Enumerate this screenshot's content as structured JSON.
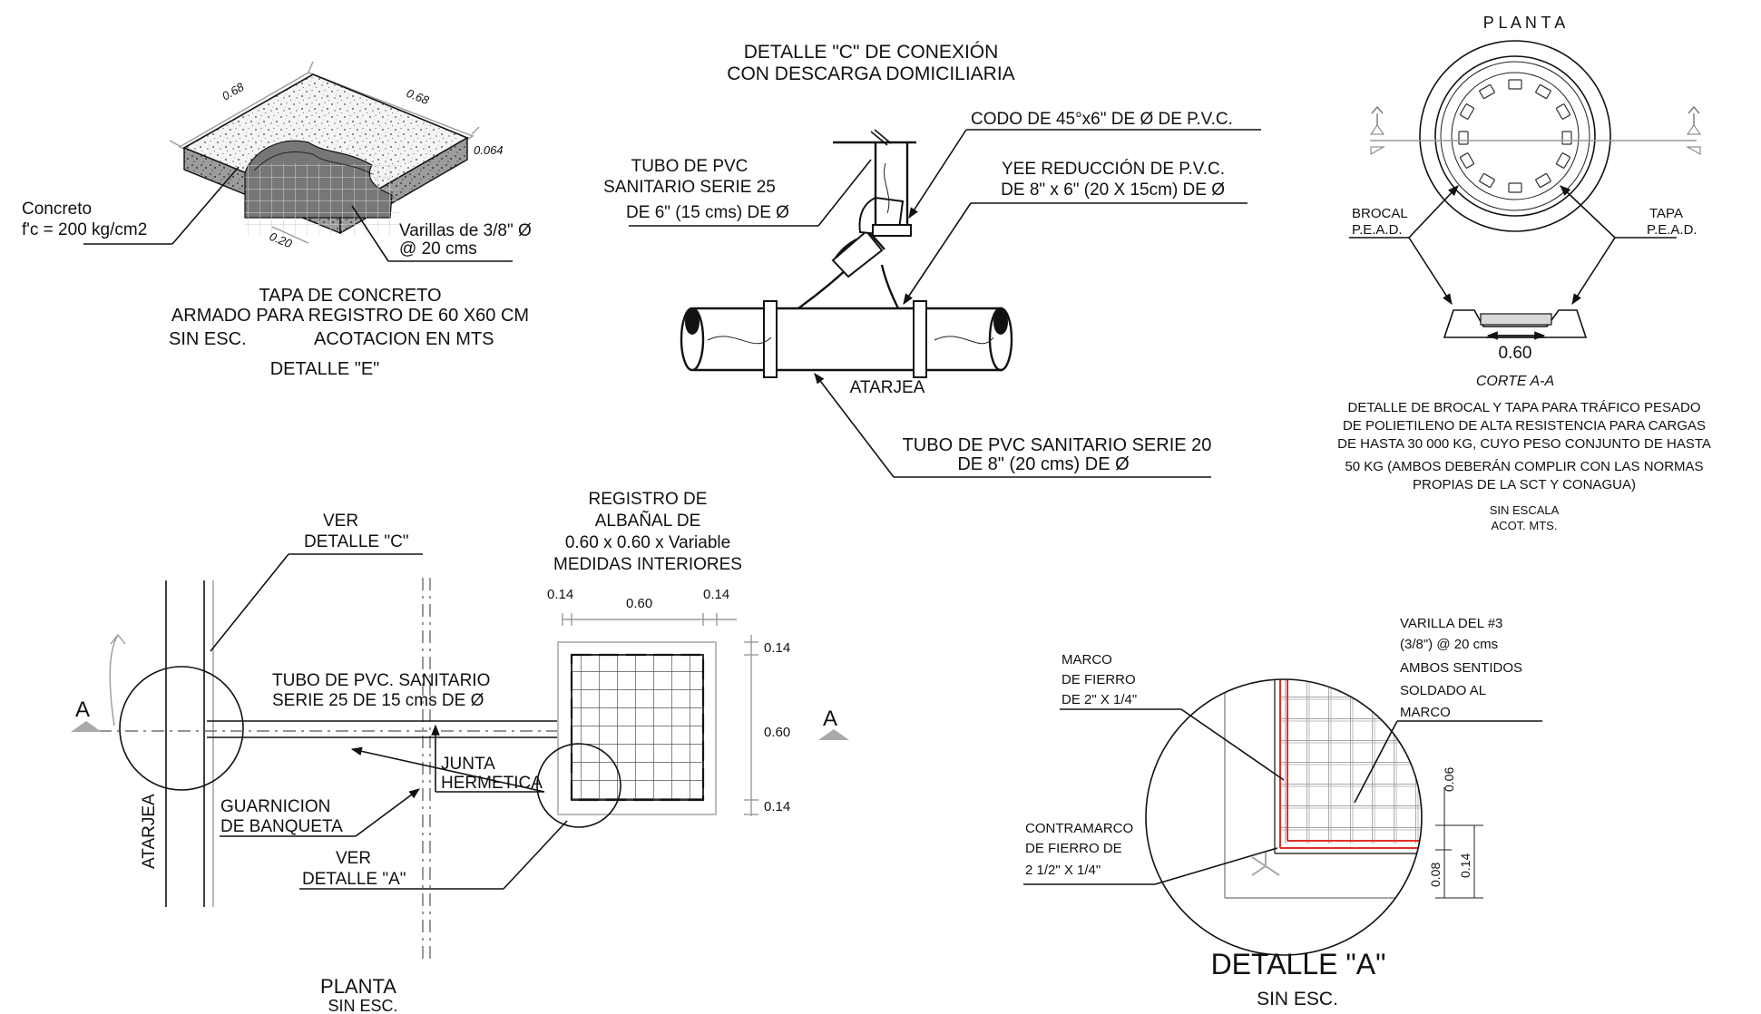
{
  "detalle_e": {
    "dim_top_left": "0.68",
    "dim_top_right": "0.68",
    "dim_thickness": "0.064",
    "dim_grid": "0.20",
    "concrete_line1": "Concreto",
    "concrete_line2": "f'c = 200 kg/cm2",
    "rebar_line1": "Varillas  de 3/8\" Ø",
    "rebar_line2": "@ 20 cms",
    "caption_line1": "TAPA DE CONCRETO",
    "caption_line2": "ARMADO PARA REGISTRO DE 60 X60 CM",
    "caption_scale": "SIN ESC.",
    "caption_units": "ACOTACION EN MTS",
    "caption_title": "DETALLE \"E\""
  },
  "detalle_c": {
    "title_line1": "DETALLE \"C\" DE CONEXIÓN",
    "title_line2": "CON DESCARGA DOMICILIARIA",
    "codo": "CODO DE 45°x6\" DE Ø DE P.V.C.",
    "yee_line1": "YEE REDUCCIÓN DE P.V.C.",
    "yee_line2": "DE 8\" x 6\" (20 X 15cm) DE Ø",
    "tubo25_line1": "TUBO DE PVC",
    "tubo25_line2": "SANITARIO SERIE 25",
    "tubo25_line3": "DE 6\" (15 cms) DE Ø",
    "atarjea": "ATARJEA",
    "tubo20_line1": "TUBO DE PVC SANITARIO SERIE 20",
    "tubo20_line2": "DE 8\" (20 cms) DE Ø"
  },
  "planta_brocal": {
    "title": "P L A N T A",
    "section_mark": "A",
    "brocal_line1": "BROCAL",
    "brocal_line2": "P.E.A.D.",
    "tapa_line1": "TAPA",
    "tapa_line2": "P.E.A.D.",
    "dim_width": "0.60",
    "section_title": "CORTE  A-A",
    "desc_line1": "DETALLE DE BROCAL Y TAPA PARA TRÁFICO PESADO",
    "desc_line2": "DE POLIETILENO DE ALTA RESISTENCIA PARA CARGAS",
    "desc_line3": "DE HASTA 30 000 KG, CUYO PESO CONJUNTO DE HASTA",
    "desc_line4": "50 KG (AMBOS DEBERÁN COMPLIR CON LAS NORMAS",
    "desc_line5": "PROPIAS DE LA SCT Y CONAGUA)",
    "scale": "SIN ESCALA",
    "units": "ACOT. MTS."
  },
  "planta": {
    "ver_c_line1": "VER",
    "ver_c_line2": "DETALLE \"C\"",
    "tubo_line1": "TUBO DE PVC. SANITARIO",
    "tubo_line2": "SERIE 25 DE 15 cms DE Ø",
    "junta_line1": "JUNTA",
    "junta_line2": "HERMETICA",
    "guarnicion_line1": "GUARNICION",
    "guarnicion_line2": "DE BANQUETA",
    "ver_a_line1": "VER",
    "ver_a_line2": "DETALLE \"A\"",
    "atarjea": "ATARJEA",
    "section_mark": "A",
    "title": "PLANTA",
    "scale": "SIN ESC."
  },
  "registro": {
    "title_line1": "REGISTRO  DE",
    "title_line2": "ALBAÑAL  DE",
    "title_line3": "0.60 x 0.60 x Variable",
    "title_line4": "MEDIDAS INTERIORES",
    "dim_left": "0.14",
    "dim_center": "0.60",
    "dim_right": "0.14",
    "dim_v_top": "0.14",
    "dim_v_mid": "0.60",
    "dim_v_bottom": "0.14"
  },
  "detalle_a": {
    "marco_line1": "MARCO",
    "marco_line2": "DE FIERRO",
    "marco_line3": "DE 2\" X 1/4\"",
    "varilla_line1": "VARILLA DEL #3",
    "varilla_line2": "(3/8\") @ 20 cms",
    "varilla_line3": "AMBOS SENTIDOS",
    "varilla_line4": "SOLDADO AL",
    "varilla_line5": "MARCO",
    "contramarco_line1": "CONTRAMARCO",
    "contramarco_line2": "DE FIERRO DE",
    "contramarco_line3": "2 1/2\" X 1/4\"",
    "dim_006": "0.06",
    "dim_008": "0.08",
    "dim_014": "0.14",
    "title": "DETALLE \"A\"",
    "scale": "SIN ESC."
  }
}
